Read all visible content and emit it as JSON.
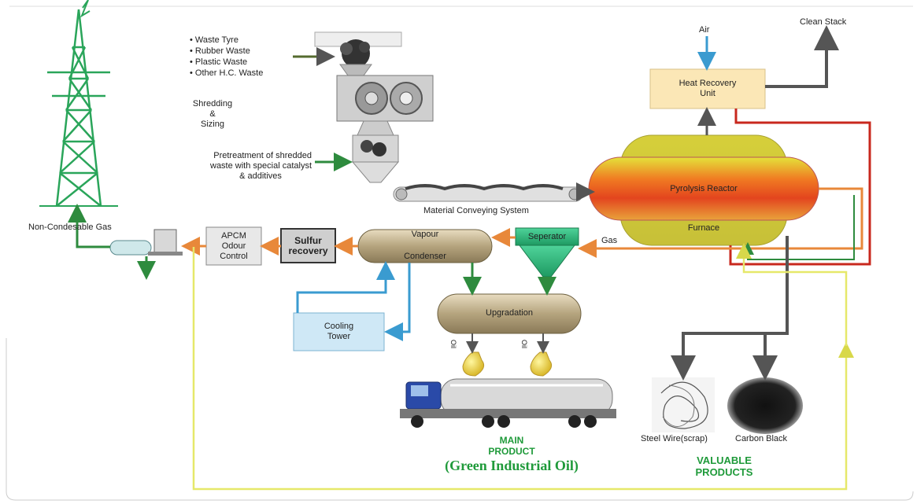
{
  "feedstock": {
    "items": [
      "Waste Tyre",
      "Rubber Waste",
      "Plastic Waste",
      "Other H.C. Waste"
    ]
  },
  "steps": {
    "shredding": [
      "Shredding",
      "&",
      "Sizing"
    ],
    "pretreatment": [
      "Pretreatment of shredded",
      "waste with special catalyst",
      "& additives"
    ],
    "conveying": "Material Conveying System"
  },
  "units": {
    "air": "Air",
    "clean_stack": "Clean Stack",
    "heat_recovery": [
      "Heat Recovery",
      "Unit"
    ],
    "reactor": "Pyrolysis Reactor",
    "furnace": "Furnace",
    "gas": "Gas",
    "separator": "Seperator",
    "vapour": "Vapour",
    "condenser": "Condenser",
    "sulfur": [
      "Sulfur",
      "recovery"
    ],
    "apcm": [
      "APCM",
      "Odour",
      "Control"
    ],
    "non_condensable": "Non-Condesable Gas",
    "cooling_tower": [
      "Cooling",
      "Tower"
    ],
    "upgradation": "Upgradation",
    "oil_label": "Oil"
  },
  "products": {
    "main": [
      "MAIN",
      "PRODUCT",
      "(Green Industrial Oil)"
    ],
    "steel_wire": "Steel Wire(scrap)",
    "carbon_black": "Carbon Black",
    "valuable": [
      "VALUABLE",
      "PRODUCTS"
    ]
  },
  "colors": {
    "green": "#2e8b3e",
    "grey": "#555555",
    "orange": "#e8883a",
    "yellow": "#e6e86a",
    "blue": "#3a9bd0",
    "red": "#c8281e",
    "tower": "#2aa55a"
  }
}
